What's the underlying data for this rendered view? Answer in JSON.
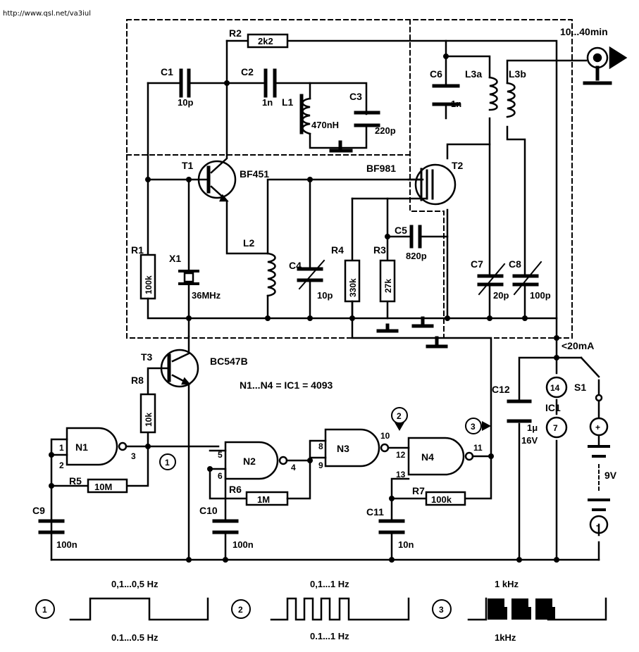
{
  "url": "http://www.qsl.net/va3iul",
  "header": {
    "range": "10...40min",
    "current": "<20mA"
  },
  "formula": "N1...N4 = IC1 = 4093",
  "components": {
    "R1": {
      "name": "R1",
      "value": "100k"
    },
    "R2": {
      "name": "R2",
      "value": "2k2"
    },
    "R3": {
      "name": "R3",
      "value": "27k"
    },
    "R4": {
      "name": "R4",
      "value": "330k"
    },
    "R5": {
      "name": "R5",
      "value": "10M"
    },
    "R6": {
      "name": "R6",
      "value": "1M"
    },
    "R7": {
      "name": "R7",
      "value": "100k"
    },
    "R8": {
      "name": "R8",
      "value": "10k"
    },
    "C1": {
      "name": "C1",
      "value": "10p"
    },
    "C2": {
      "name": "C2",
      "value": "1n"
    },
    "C3": {
      "name": "C3",
      "value": "220p"
    },
    "C4": {
      "name": "C4",
      "value": "10p"
    },
    "C5": {
      "name": "C5",
      "value": "820p"
    },
    "C6": {
      "name": "C6",
      "value": "1n"
    },
    "C7": {
      "name": "C7",
      "value": "20p"
    },
    "C8": {
      "name": "C8",
      "value": "100p"
    },
    "C9": {
      "name": "C9",
      "value": "100n"
    },
    "C10": {
      "name": "C10",
      "value": "100n"
    },
    "C11": {
      "name": "C11",
      "value": "10n"
    },
    "C12": {
      "name": "C12",
      "value1": "1μ",
      "value2": "16V"
    },
    "L1": {
      "name": "L1",
      "value": "470nH"
    },
    "L2": {
      "name": "L2"
    },
    "L3a": {
      "name": "L3a"
    },
    "L3b": {
      "name": "L3b"
    },
    "X1": {
      "name": "X1",
      "value": "36MHz"
    },
    "T1": {
      "name": "T1",
      "value": "BF451"
    },
    "T2": {
      "name": "T2",
      "value": "BF981"
    },
    "T3": {
      "name": "T3",
      "value": "BC547B"
    },
    "S1": {
      "name": "S1"
    },
    "IC1": {
      "name": "IC1",
      "pin_vcc": "14",
      "pin_gnd": "7"
    },
    "battery": {
      "value": "9V",
      "plus": "+",
      "minus": "-"
    }
  },
  "gates": [
    {
      "name": "N1",
      "pins": [
        "1",
        "2",
        "3"
      ]
    },
    {
      "name": "N2",
      "pins": [
        "5",
        "6",
        "4"
      ]
    },
    {
      "name": "N3",
      "pins": [
        "8",
        "9",
        "10"
      ]
    },
    {
      "name": "N4",
      "pins": [
        "12",
        "13",
        "11"
      ]
    }
  ],
  "markers": [
    "1",
    "2",
    "3"
  ],
  "waveforms": [
    {
      "marker": "1",
      "top": "0,1...0,5 Hz",
      "bottom": "0.1...0.5 Hz"
    },
    {
      "marker": "2",
      "top": "0,1...1 Hz",
      "bottom": "0.1...1 Hz"
    },
    {
      "marker": "3",
      "top": "1 kHz",
      "bottom": "1kHz"
    }
  ]
}
